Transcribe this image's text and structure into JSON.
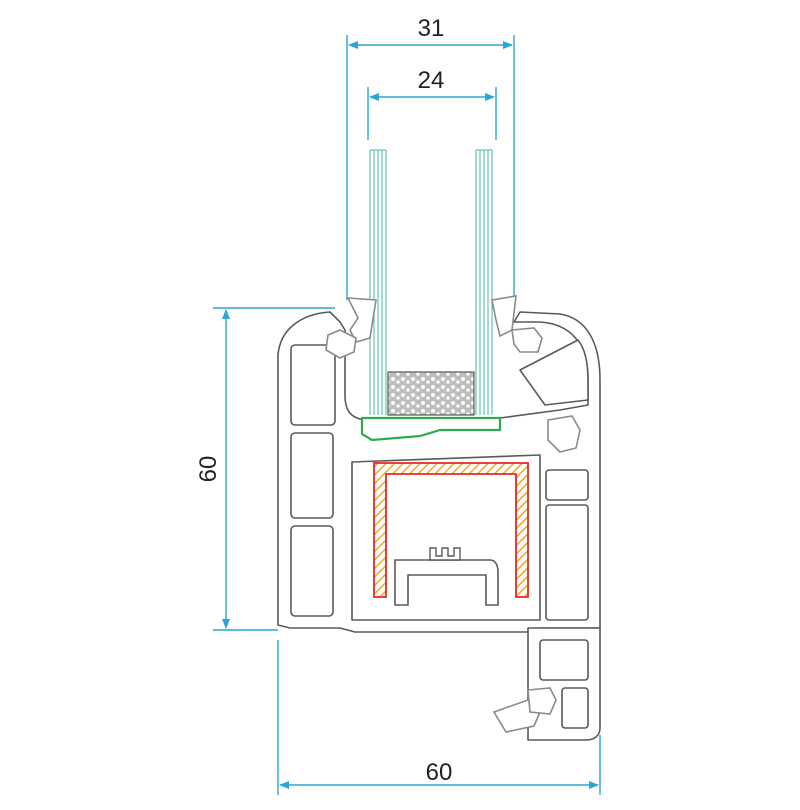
{
  "diagram": {
    "dimensions": {
      "outer_glazing_width": "31",
      "inner_glazing_width": "24",
      "frame_height": "60",
      "frame_depth": "60"
    },
    "colors": {
      "profile_outline": "#5a5a5a",
      "profile_fill": "#ffffff",
      "dimension_line": "#2aa6d6",
      "glass_lines": "#63c4b0",
      "steel_reinforcement": "#e8272a",
      "reinforcement_hatch": "#f2a623",
      "glazing_bead_green": "#2fa84f",
      "gasket_gray": "#8a8a8a",
      "spacer_gray": "#555555"
    }
  }
}
